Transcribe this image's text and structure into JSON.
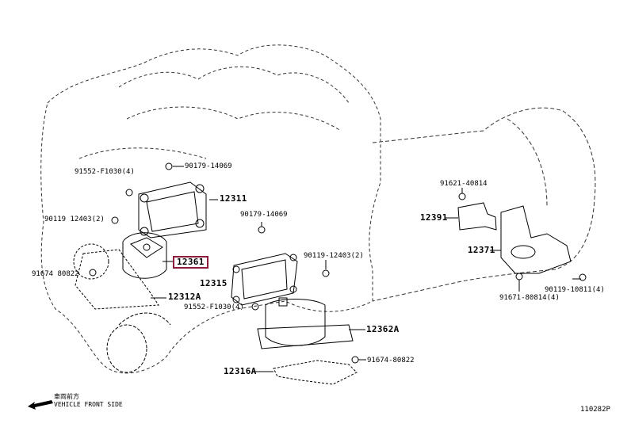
{
  "diagram": {
    "title": "Engine mounting parts diagram",
    "highlight_color": "#8e1b3c",
    "parts": {
      "p12311": "12311",
      "p12361": "12361",
      "p12315": "12315",
      "p12312A": "12312A",
      "p12362A": "12362A",
      "p12316A": "12316A",
      "p12391": "12391",
      "p12371": "12371",
      "b9155_top": "91552-F1030(4)",
      "b90179_top": "90179-14069",
      "b90119_left": "90119 12403(2)",
      "b91674_left": "91674 80822",
      "b90179_mid": "90179-14069",
      "b90119_mid": "90119-12403(2)",
      "b9155_mid": "91552-F1030(4)",
      "b91674_bot": "91674-80822",
      "b91621": "91621-40814",
      "b90119_right": "90119-10811(4)",
      "b91671": "91671-80814(4)"
    },
    "direction": {
      "jp_text": "車両前方",
      "en_text": "VEHICLE FRONT SIDE",
      "icon": "arrow-left-icon"
    },
    "figure_id": "110282P"
  }
}
